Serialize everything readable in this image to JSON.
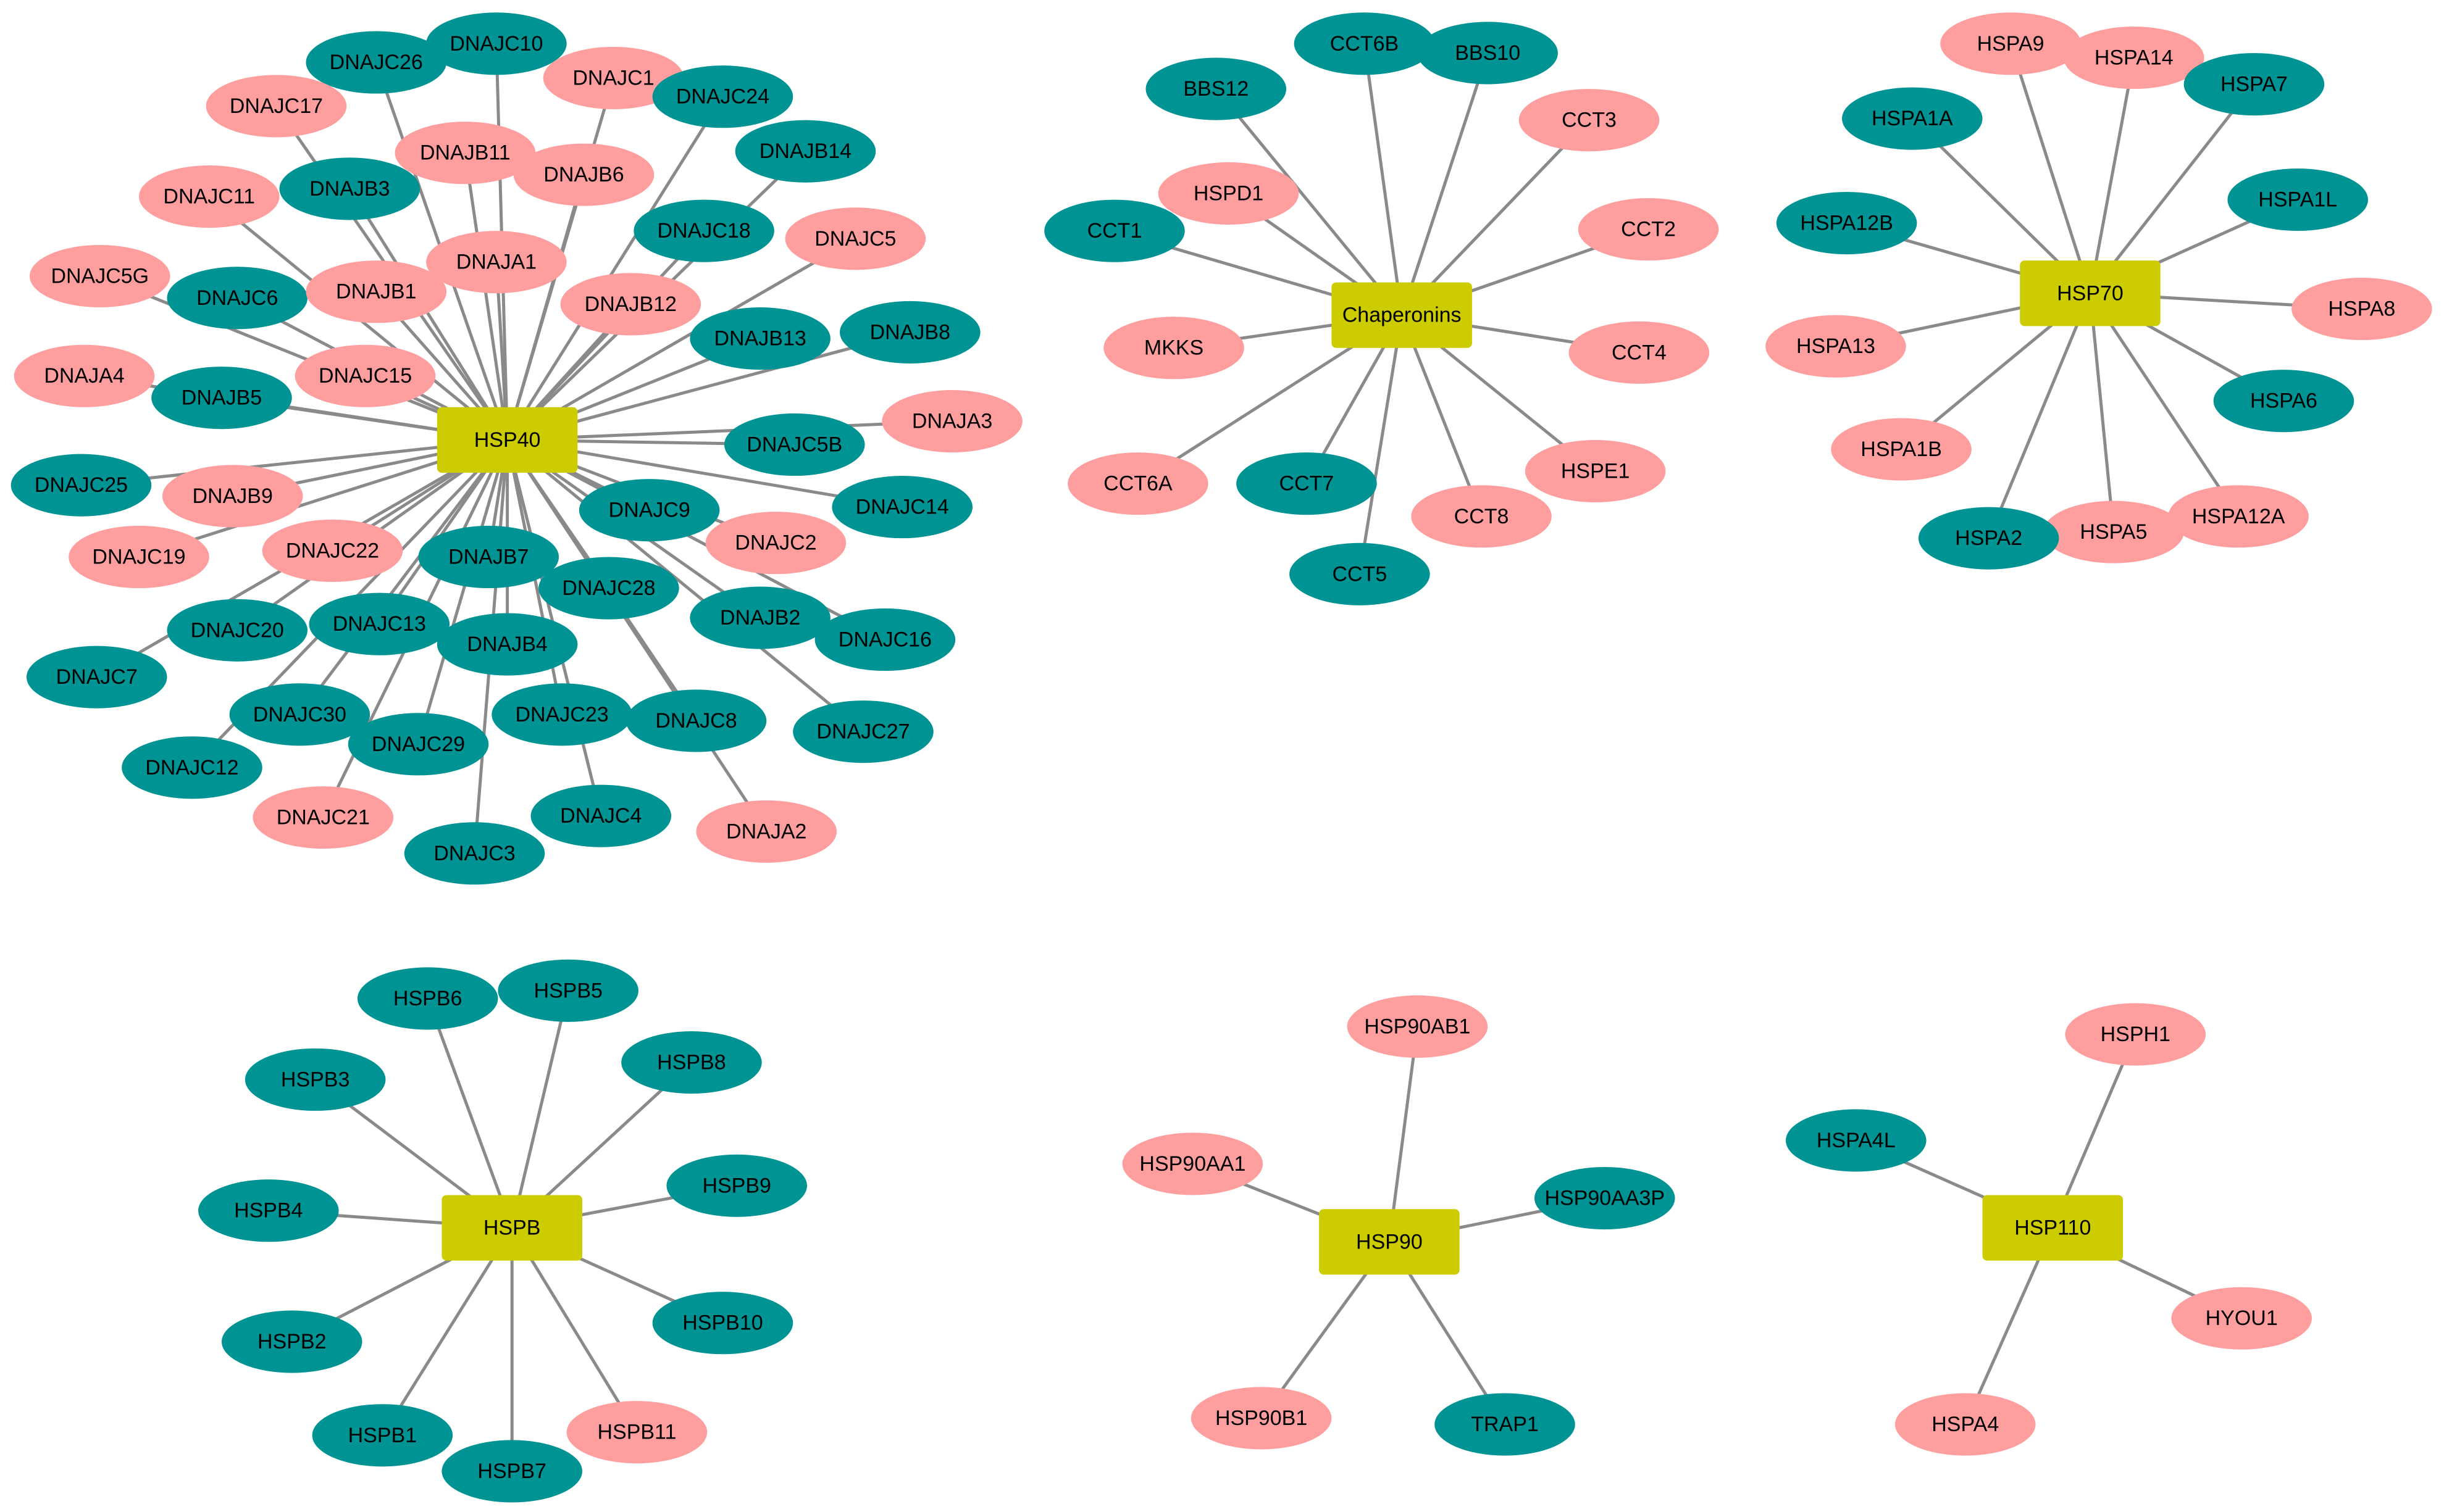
{
  "colors": {
    "hub": "#cccc00",
    "teal": "#009393",
    "pink": "#ff9e9e",
    "edge": "#8a8a8a",
    "text": "#000000"
  },
  "node_colors": {
    "t": "teal",
    "p": "pink"
  },
  "clusters": [
    {
      "hub": "HSP40",
      "members": [
        {
          "label": "DNAJC10",
          "color": "t"
        },
        {
          "label": "DNAJC26",
          "color": "t"
        },
        {
          "label": "DNAJC1",
          "color": "p"
        },
        {
          "label": "DNAJC24",
          "color": "t"
        },
        {
          "label": "DNAJC17",
          "color": "p"
        },
        {
          "label": "DNAJB14",
          "color": "t"
        },
        {
          "label": "DNAJB11",
          "color": "p"
        },
        {
          "label": "DNAJB6",
          "color": "p"
        },
        {
          "label": "DNAJB3",
          "color": "t"
        },
        {
          "label": "DNAJC11",
          "color": "p"
        },
        {
          "label": "DNAJC18",
          "color": "t"
        },
        {
          "label": "DNAJC5",
          "color": "p"
        },
        {
          "label": "DNAJA1",
          "color": "p"
        },
        {
          "label": "DNAJC5G",
          "color": "p"
        },
        {
          "label": "DNAJC6",
          "color": "t"
        },
        {
          "label": "DNAJB1",
          "color": "p"
        },
        {
          "label": "DNAJB12",
          "color": "p"
        },
        {
          "label": "DNAJB8",
          "color": "t"
        },
        {
          "label": "DNAJB13",
          "color": "t"
        },
        {
          "label": "DNAJA4",
          "color": "p"
        },
        {
          "label": "DNAJC15",
          "color": "p"
        },
        {
          "label": "DNAJB5",
          "color": "t"
        },
        {
          "label": "DNAJA3",
          "color": "p"
        },
        {
          "label": "DNAJC5B",
          "color": "t"
        },
        {
          "label": "DNAJC25",
          "color": "t"
        },
        {
          "label": "DNAJB9",
          "color": "p"
        },
        {
          "label": "DNAJC14",
          "color": "t"
        },
        {
          "label": "DNAJC9",
          "color": "t"
        },
        {
          "label": "DNAJC2",
          "color": "p"
        },
        {
          "label": "DNAJC19",
          "color": "p"
        },
        {
          "label": "DNAJC22",
          "color": "p"
        },
        {
          "label": "DNAJB7",
          "color": "t"
        },
        {
          "label": "DNAJC28",
          "color": "t"
        },
        {
          "label": "DNAJB2",
          "color": "t"
        },
        {
          "label": "DNAJC16",
          "color": "t"
        },
        {
          "label": "DNAJC20",
          "color": "t"
        },
        {
          "label": "DNAJC13",
          "color": "t"
        },
        {
          "label": "DNAJB4",
          "color": "t"
        },
        {
          "label": "DNAJC7",
          "color": "t"
        },
        {
          "label": "DNAJC30",
          "color": "t"
        },
        {
          "label": "DNAJC23",
          "color": "t"
        },
        {
          "label": "DNAJC8",
          "color": "t"
        },
        {
          "label": "DNAJC27",
          "color": "t"
        },
        {
          "label": "DNAJC12",
          "color": "t"
        },
        {
          "label": "DNAJC29",
          "color": "t"
        },
        {
          "label": "DNAJC4",
          "color": "t"
        },
        {
          "label": "DNAJC21",
          "color": "p"
        },
        {
          "label": "DNAJA2",
          "color": "p"
        },
        {
          "label": "DNAJC3",
          "color": "t"
        }
      ]
    },
    {
      "hub": "Chaperonins",
      "members": [
        {
          "label": "CCT6B",
          "color": "t"
        },
        {
          "label": "BBS10",
          "color": "t"
        },
        {
          "label": "BBS12",
          "color": "t"
        },
        {
          "label": "CCT3",
          "color": "p"
        },
        {
          "label": "HSPD1",
          "color": "p"
        },
        {
          "label": "CCT1",
          "color": "t"
        },
        {
          "label": "CCT2",
          "color": "p"
        },
        {
          "label": "MKKS",
          "color": "p"
        },
        {
          "label": "CCT4",
          "color": "p"
        },
        {
          "label": "CCT6A",
          "color": "p"
        },
        {
          "label": "HSPE1",
          "color": "p"
        },
        {
          "label": "CCT7",
          "color": "t"
        },
        {
          "label": "CCT8",
          "color": "p"
        },
        {
          "label": "CCT5",
          "color": "t"
        }
      ]
    },
    {
      "hub": "HSP70",
      "members": [
        {
          "label": "HSPA9",
          "color": "p"
        },
        {
          "label": "HSPA14",
          "color": "p"
        },
        {
          "label": "HSPA7",
          "color": "t"
        },
        {
          "label": "HSPA1A",
          "color": "t"
        },
        {
          "label": "HSPA1L",
          "color": "t"
        },
        {
          "label": "HSPA12B",
          "color": "t"
        },
        {
          "label": "HSPA8",
          "color": "p"
        },
        {
          "label": "HSPA13",
          "color": "p"
        },
        {
          "label": "HSPA6",
          "color": "t"
        },
        {
          "label": "HSPA1B",
          "color": "p"
        },
        {
          "label": "HSPA12A",
          "color": "p"
        },
        {
          "label": "HSPA5",
          "color": "p"
        },
        {
          "label": "HSPA2",
          "color": "t"
        }
      ]
    },
    {
      "hub": "HSPB",
      "members": [
        {
          "label": "HSPB5",
          "color": "t"
        },
        {
          "label": "HSPB6",
          "color": "t"
        },
        {
          "label": "HSPB8",
          "color": "t"
        },
        {
          "label": "HSPB3",
          "color": "t"
        },
        {
          "label": "HSPB9",
          "color": "t"
        },
        {
          "label": "HSPB4",
          "color": "t"
        },
        {
          "label": "HSPB10",
          "color": "t"
        },
        {
          "label": "HSPB2",
          "color": "t"
        },
        {
          "label": "HSPB11",
          "color": "p"
        },
        {
          "label": "HSPB1",
          "color": "t"
        },
        {
          "label": "HSPB7",
          "color": "t"
        }
      ]
    },
    {
      "hub": "HSP90",
      "members": [
        {
          "label": "HSP90AB1",
          "color": "p"
        },
        {
          "label": "HSP90AA1",
          "color": "p"
        },
        {
          "label": "HSP90AA3P",
          "color": "t"
        },
        {
          "label": "HSP90B1",
          "color": "p"
        },
        {
          "label": "TRAP1",
          "color": "t"
        }
      ]
    },
    {
      "hub": "HSP110",
      "members": [
        {
          "label": "HSPH1",
          "color": "p"
        },
        {
          "label": "HSPA4L",
          "color": "t"
        },
        {
          "label": "HYOU1",
          "color": "p"
        },
        {
          "label": "HSPA4",
          "color": "p"
        }
      ]
    }
  ]
}
